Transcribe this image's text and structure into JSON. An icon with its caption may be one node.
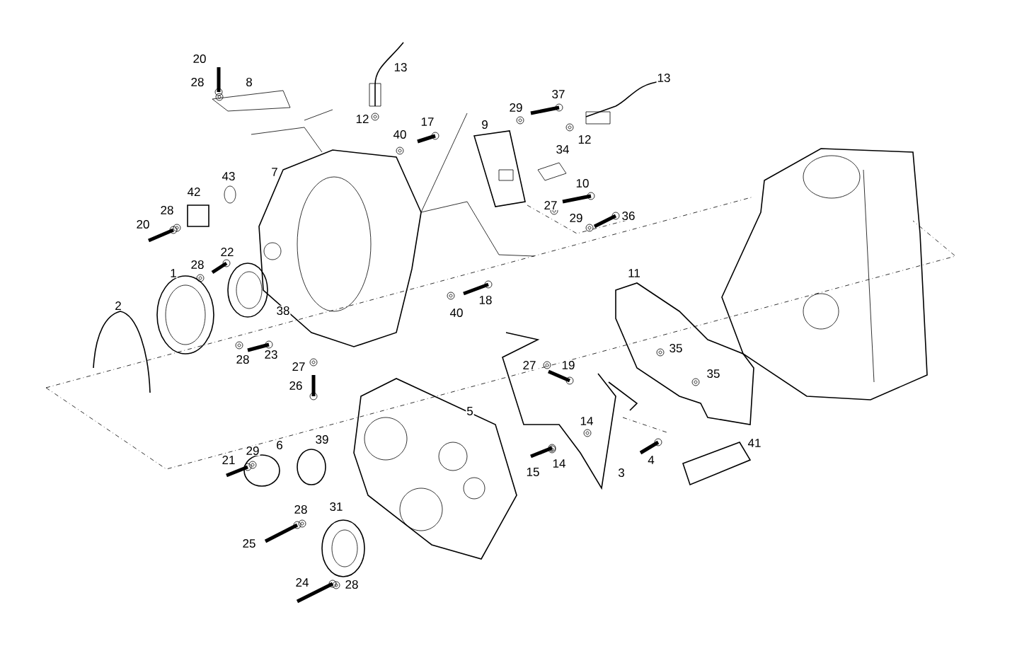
{
  "diagram": {
    "labels": [
      "20",
      "13",
      "28",
      "8",
      "37",
      "29",
      "13",
      "12",
      "17",
      "9",
      "12",
      "40",
      "34",
      "7",
      "43",
      "42",
      "10",
      "28",
      "27",
      "20",
      "29",
      "36",
      "22",
      "1",
      "28",
      "11",
      "18",
      "2",
      "38",
      "40",
      "35",
      "23",
      "28",
      "27",
      "27",
      "19",
      "35",
      "26",
      "5",
      "14",
      "6",
      "39",
      "29",
      "21",
      "41",
      "14",
      "15",
      "3",
      "4",
      "28",
      "31",
      "25",
      "24",
      "28"
    ]
  }
}
